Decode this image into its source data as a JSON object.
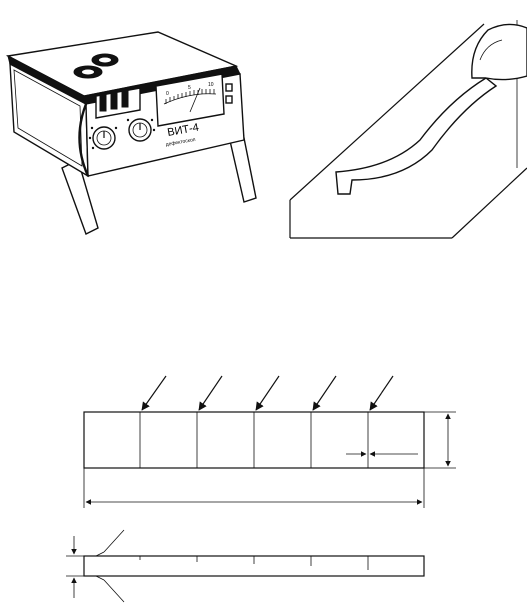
{
  "device": {
    "model_label": "ВИТ-4",
    "sublabel": "дефектоскоп",
    "scale_numbers": [
      "0",
      "5",
      "10"
    ]
  },
  "test_block": {
    "strip_count": 6,
    "probe_arrow_count": 5
  },
  "colors": {
    "line": "#111111",
    "background": "#ffffff"
  }
}
